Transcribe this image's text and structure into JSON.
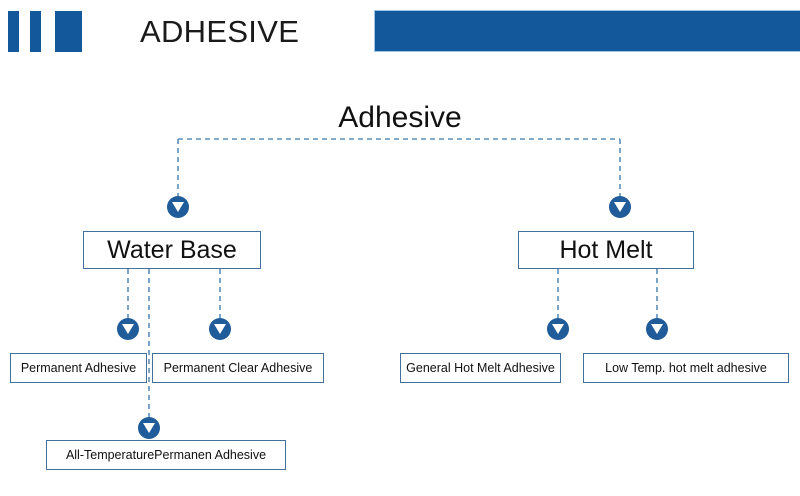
{
  "header": {
    "title": "ADHESIVE",
    "accent_color": "#14589c",
    "bars": [
      "bar-1",
      "bar-2",
      "bar-3"
    ],
    "banner_label": ""
  },
  "diagram": {
    "type": "tree",
    "root": {
      "label": "Adhesive"
    },
    "level1": [
      {
        "label": "Water Base"
      },
      {
        "label": "Hot Melt"
      }
    ],
    "leaves": [
      {
        "label": "Permanent Adhesive",
        "parent": "Water Base"
      },
      {
        "label": "Permanent Clear Adhesive",
        "parent": "Water Base"
      },
      {
        "label": "General Hot Melt Adhesive",
        "parent": "Hot Melt"
      },
      {
        "label": "Low Temp. hot melt adhesive",
        "parent": "Hot Melt"
      },
      {
        "label": "All-TemperaturePermanen Adhesive",
        "parent": "Water Base"
      }
    ],
    "connector_style": "dashed",
    "connector_color": "#5b8db8",
    "node_border_color": "#41719c",
    "arrow_color": "#1f5c99"
  }
}
